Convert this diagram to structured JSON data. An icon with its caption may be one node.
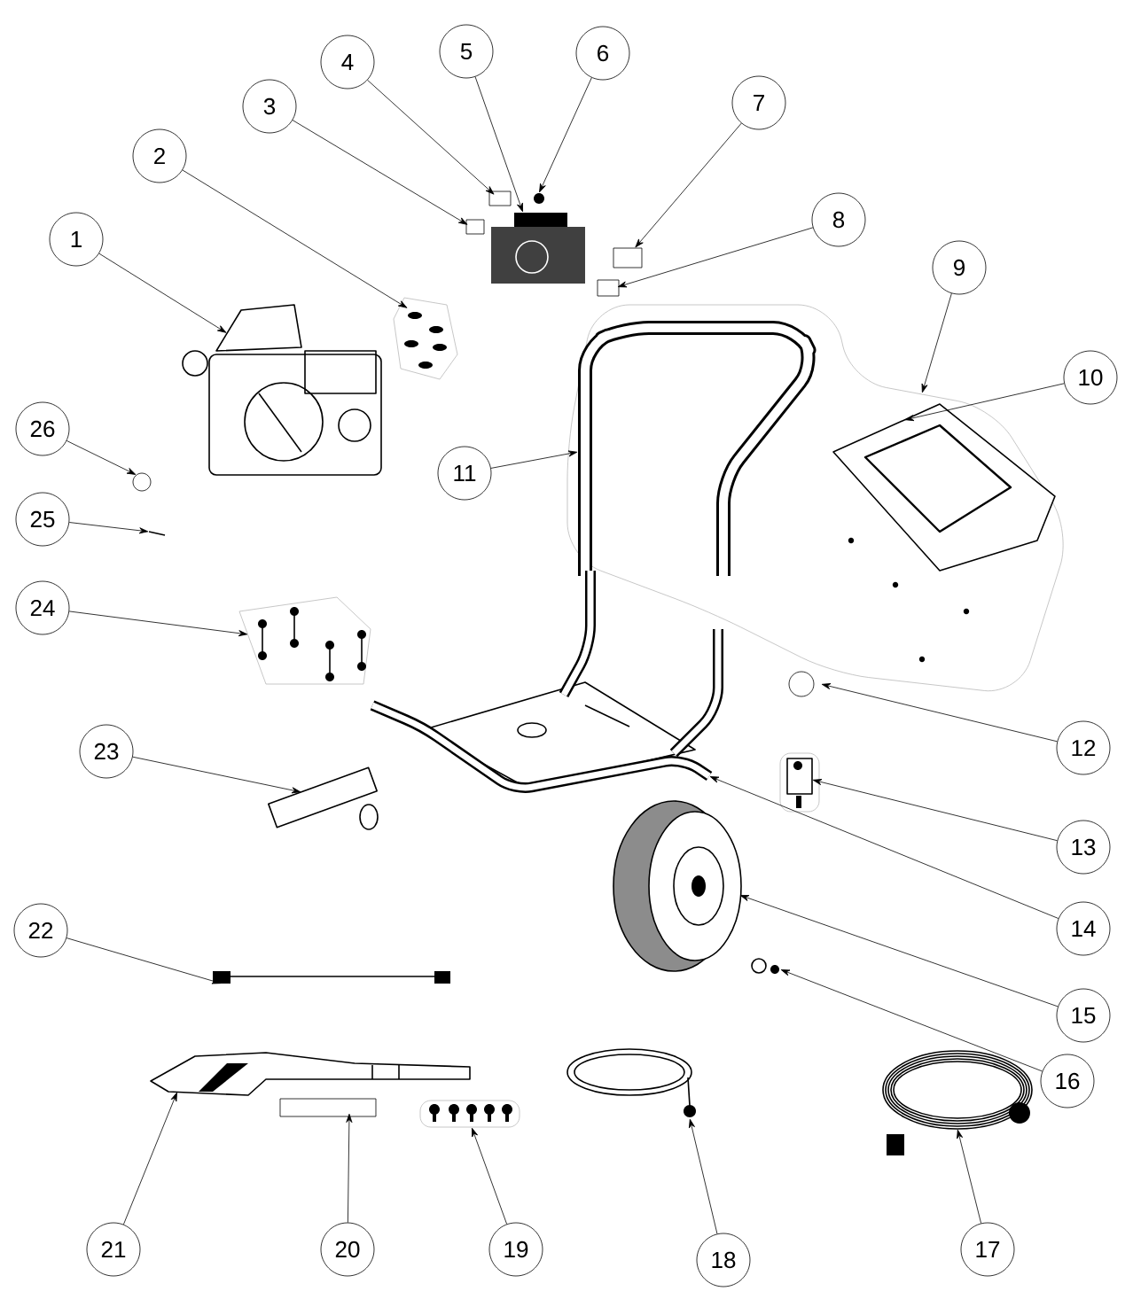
{
  "diagram": {
    "nodes": [
      {
        "text": [
          "1"
        ]
      },
      {
        "text": [
          "2"
        ]
      },
      {
        "text": [
          "3"
        ]
      },
      {
        "text": [
          "4"
        ]
      },
      {
        "text": [
          "5"
        ]
      },
      {
        "text": [
          "6"
        ]
      },
      {
        "text": [
          "7"
        ]
      },
      {
        "text": [
          "8"
        ]
      },
      {
        "text": [
          "9"
        ]
      },
      {
        "text": [
          "10"
        ]
      },
      {
        "text": [
          "11"
        ]
      },
      {
        "text": [
          "12"
        ]
      },
      {
        "text": [
          "13"
        ]
      },
      {
        "text": [
          "14"
        ]
      },
      {
        "text": [
          "15"
        ]
      },
      {
        "text": [
          "16"
        ]
      },
      {
        "text": [
          "17"
        ]
      },
      {
        "text": [
          "18"
        ]
      },
      {
        "text": [
          "19"
        ]
      },
      {
        "text": [
          "20"
        ]
      },
      {
        "text": [
          "21"
        ]
      },
      {
        "text": [
          "22"
        ]
      },
      {
        "text": [
          "23"
        ]
      },
      {
        "text": [
          "24"
        ]
      },
      {
        "text": [
          "25"
        ]
      },
      {
        "text": [
          "26"
        ]
      },
      {
        "text": [],
        "shape": "picture"
      },
      {
        "text": [],
        "shape": "picture"
      },
      {
        "text": [],
        "shape": "box"
      },
      {
        "text": [],
        "shape": "box"
      },
      {
        "text": [],
        "shape": "picture"
      },
      {
        "text": [],
        "shape": "picture"
      },
      {
        "text": [],
        "shape": "box"
      },
      {
        "text": [],
        "shape": "box"
      },
      {
        "text": [],
        "shape": "picture"
      },
      {
        "text": [],
        "shape": "picture",
        "in": 34
      },
      {
        "text": [],
        "shape": "picture",
        "in": 34
      },
      {
        "text": [],
        "shape": "circle"
      },
      {
        "text": [],
        "shape": "picture"
      },
      {
        "text": [],
        "shape": "picture"
      },
      {
        "text": [],
        "shape": "picture"
      },
      {
        "text": [],
        "shape": "picture"
      },
      {
        "text": [],
        "shape": "picture"
      },
      {
        "text": [],
        "shape": "picture"
      },
      {
        "text": [],
        "shape": "picture"
      },
      {
        "text": [],
        "shape": "box"
      },
      {
        "text": [],
        "shape": "picture"
      },
      {
        "text": [],
        "shape": "picture"
      },
      {
        "text": [],
        "shape": "picture"
      },
      {
        "text": [],
        "shape": "picture"
      },
      {
        "text": [],
        "shape": "picture"
      },
      {
        "text": [],
        "shape": "circle"
      }
    ],
    "edges": [
      {
        "from": 0,
        "to": 26,
        "arrow": "to"
      },
      {
        "from": 1,
        "to": 27,
        "arrow": "to"
      },
      {
        "from": 2,
        "to": 28,
        "arrow": "to"
      },
      {
        "from": 3,
        "to": 29,
        "arrow": "to"
      },
      {
        "from": 4,
        "to": 30,
        "arrow": "to"
      },
      {
        "from": 5,
        "to": 31,
        "arrow": "to"
      },
      {
        "from": 6,
        "to": 32,
        "arrow": "to"
      },
      {
        "from": 7,
        "to": 33,
        "arrow": "to"
      },
      {
        "from": 8,
        "to": 34,
        "arrow": "to"
      },
      {
        "from": 9,
        "to": 36,
        "arrow": "to"
      },
      {
        "from": 10,
        "to": 35,
        "arrow": "to"
      },
      {
        "from": 11,
        "to": 37,
        "arrow": "to"
      },
      {
        "from": 12,
        "to": 38,
        "arrow": "to"
      },
      {
        "from": 13,
        "to": 39,
        "arrow": "to"
      },
      {
        "from": 14,
        "to": 40,
        "arrow": "to"
      },
      {
        "from": 15,
        "to": 41,
        "arrow": "to"
      },
      {
        "from": 16,
        "to": 42,
        "arrow": "to"
      },
      {
        "from": 17,
        "to": 43,
        "arrow": "to"
      },
      {
        "from": 18,
        "to": 44,
        "arrow": "to"
      },
      {
        "from": 19,
        "to": 45,
        "arrow": "to"
      },
      {
        "from": 20,
        "to": 46,
        "arrow": "to"
      },
      {
        "from": 21,
        "to": 47,
        "arrow": "to"
      },
      {
        "from": 22,
        "to": 48,
        "arrow": "to"
      },
      {
        "from": 23,
        "to": 49,
        "arrow": "to"
      },
      {
        "from": 24,
        "to": 50,
        "arrow": "to"
      },
      {
        "from": 25,
        "to": 51,
        "arrow": "to"
      }
    ]
  }
}
